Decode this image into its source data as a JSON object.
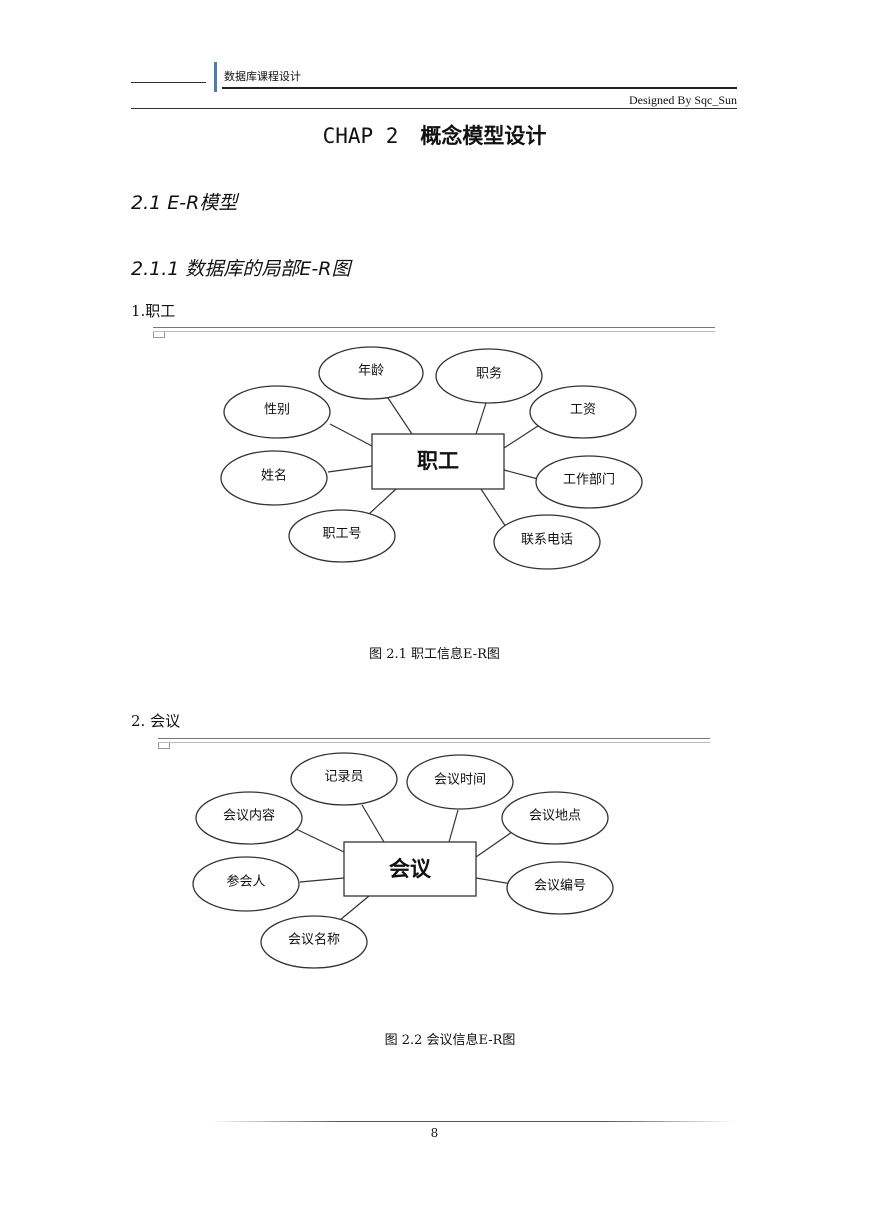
{
  "header": {
    "course": "数据库课程设计",
    "author": "Designed By Sqc_Sun"
  },
  "chapter": {
    "code": "CHAP 2",
    "title": "概念模型设计"
  },
  "section": "2.1 E-R模型",
  "subsection": "2.1.1 数据库的局部E-R图",
  "figures": [
    {
      "item_label": "1.职工",
      "entity": "职工",
      "attributes": [
        "年龄",
        "职务",
        "性别",
        "工资",
        "姓名",
        "工作部门",
        "职工号",
        "联系电话"
      ],
      "caption": "图 2.1 职工信息E-R图"
    },
    {
      "item_label": "2. 会议",
      "entity": "会议",
      "attributes": [
        "记录员",
        "会议时间",
        "会议内容",
        "会议地点",
        "参会人",
        "会议编号",
        "会议名称"
      ],
      "caption": "图 2.2 会议信息E-R图"
    }
  ],
  "footer": {
    "page_number": "8"
  }
}
